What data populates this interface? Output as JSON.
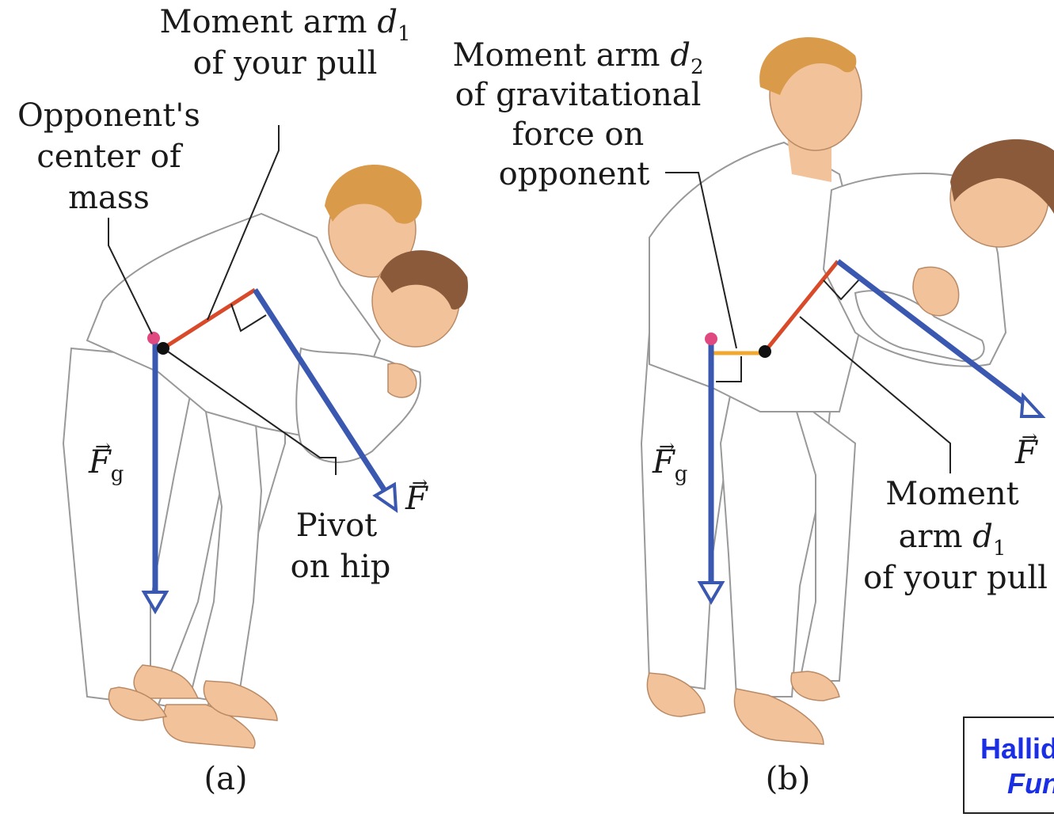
{
  "labels": {
    "moment_arm_d1_a": "Moment arm",
    "moment_arm_d1_a_var": "d",
    "moment_arm_d1_a_sub": "1",
    "your_pull_a": "of your pull",
    "opponent_com_1": "Opponent's",
    "opponent_com_2": "center of",
    "opponent_com_3": "mass",
    "fg_a_var": "F",
    "fg_a_sub": "g",
    "f_a_var": "F",
    "pivot_1": "Pivot",
    "pivot_2": "on hip",
    "panel_a": "(a)",
    "moment_arm_d2": "Moment arm",
    "moment_arm_d2_var": "d",
    "moment_arm_d2_sub": "2",
    "gravitational_1": "of gravitational",
    "gravitational_2": "force on",
    "gravitational_3": "opponent",
    "fg_b_var": "F",
    "fg_b_sub": "g",
    "f_b_var": "F",
    "moment_b_1": "Moment",
    "moment_b_2": "arm",
    "moment_b_var": "d",
    "moment_b_sub": "1",
    "moment_b_3": "of your pull",
    "panel_b": "(b)"
  },
  "credit": {
    "line1": "Hallid",
    "line2": "Fun"
  },
  "colors": {
    "force_arrow": "#3a58b0",
    "moment_arm": "#d84a2a",
    "moment_arm_d2": "#f0a830",
    "center_of_mass": "#e04880",
    "pivot": "#111111",
    "skin": "#f2c29a",
    "hair_blond": "#d99a4a",
    "hair_brown": "#8a5a3a",
    "credit_text": "#1a2ee6"
  }
}
